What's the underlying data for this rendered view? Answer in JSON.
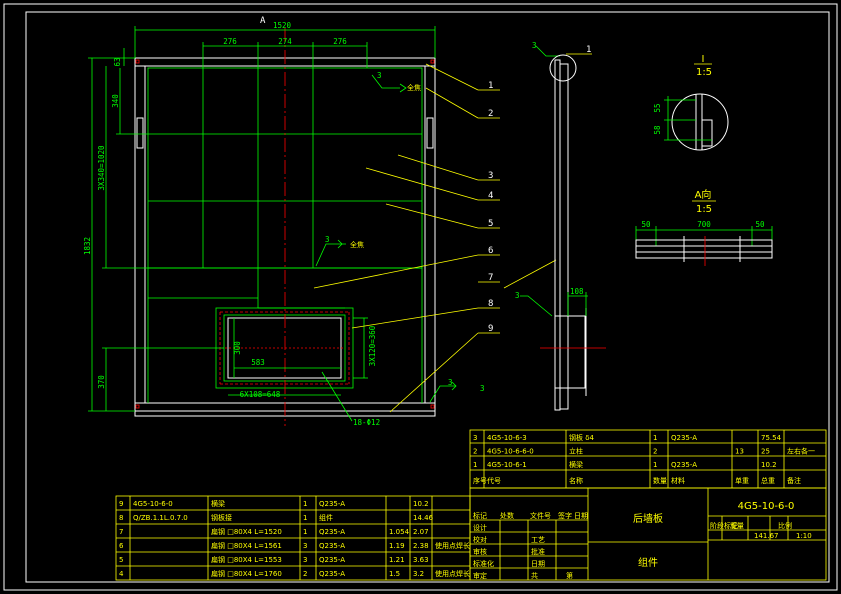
{
  "main_view": {
    "section_mark": "A",
    "dims": {
      "total_width": "1520",
      "seg1": "276",
      "seg2": "274",
      "seg3": "276",
      "top_offset": "63",
      "top_row": "340",
      "rows": "3X340=1020",
      "total_height": "1832",
      "bottom_offset": "370",
      "window_height": "300",
      "window_width": "583",
      "hole_span_h": "6X108=648",
      "hole_span_v": "3X120=360",
      "holes": "18-Φ12"
    },
    "welds": [
      "3",
      "3",
      "3",
      "3"
    ],
    "weld_label": "全焦",
    "callouts": [
      "1",
      "2",
      "3",
      "4",
      "5",
      "6",
      "7",
      "8",
      "9"
    ]
  },
  "side_view": {
    "weld": "3",
    "callout": "1",
    "dim": "108"
  },
  "detail_I": {
    "title": "I",
    "scale": "1:5",
    "dims": [
      "55",
      "58"
    ]
  },
  "view_A": {
    "title": "A向",
    "scale": "1:5",
    "dims": [
      "50",
      "700",
      "50"
    ]
  },
  "parts_table_right": {
    "rows": [
      [
        "3",
        "4G5-10-6-3",
        "钢板 δ4",
        "1",
        "Q235-A",
        "",
        "75.54",
        ""
      ],
      [
        "2",
        "4G5-10-6-6-0",
        "立柱",
        "2",
        "",
        "13",
        "25",
        "左右各一"
      ],
      [
        "1",
        "4G5-10-6-1",
        "横梁",
        "1",
        "Q235-A",
        "",
        "10.2",
        ""
      ]
    ],
    "header": [
      "序号",
      "代号",
      "名称",
      "数量",
      "材料",
      "单重",
      "总重",
      "备注"
    ]
  },
  "parts_table_left": {
    "rows": [
      [
        "9",
        "4G5-10-6-0",
        "横梁",
        "1",
        "Q235-A",
        "",
        "10.2",
        ""
      ],
      [
        "8",
        "Q/ZB.1.1L.0.7.0",
        "钢板接",
        "1",
        "组件",
        "",
        "14.46",
        ""
      ],
      [
        "7",
        "",
        "扁钢 □80X4 L=1520",
        "1",
        "Q235-A",
        "1.054",
        "2.07",
        ""
      ],
      [
        "6",
        "",
        "扁钢 □80X4 L=1561",
        "3",
        "Q235-A",
        "1.19",
        "2.38",
        "使用点焊长"
      ],
      [
        "5",
        "",
        "扁钢 □80X4 L=1553",
        "3",
        "Q235-A",
        "1.21",
        "3.63",
        ""
      ],
      [
        "4",
        "",
        "扁钢 □80X4 L=1760",
        "2",
        "Q235-A",
        "1.5",
        "3.2",
        "使用点焊长"
      ]
    ]
  },
  "title_block": {
    "drawing_name": "后墙板",
    "drawing_no": "4G5-10-6-0",
    "type": "组件",
    "weight_label": "重量",
    "weight": "141.67",
    "scale_label": "比例",
    "scale": "1:10",
    "stage_label": "阶段标记",
    "labels": [
      "标记",
      "处数",
      "文件号",
      "签字",
      "日期",
      "设计",
      "工艺",
      "校对",
      "审核",
      "批准",
      "日期",
      "标准化",
      "审定"
    ],
    "sheet": "共",
    "sheet_of": "第"
  }
}
